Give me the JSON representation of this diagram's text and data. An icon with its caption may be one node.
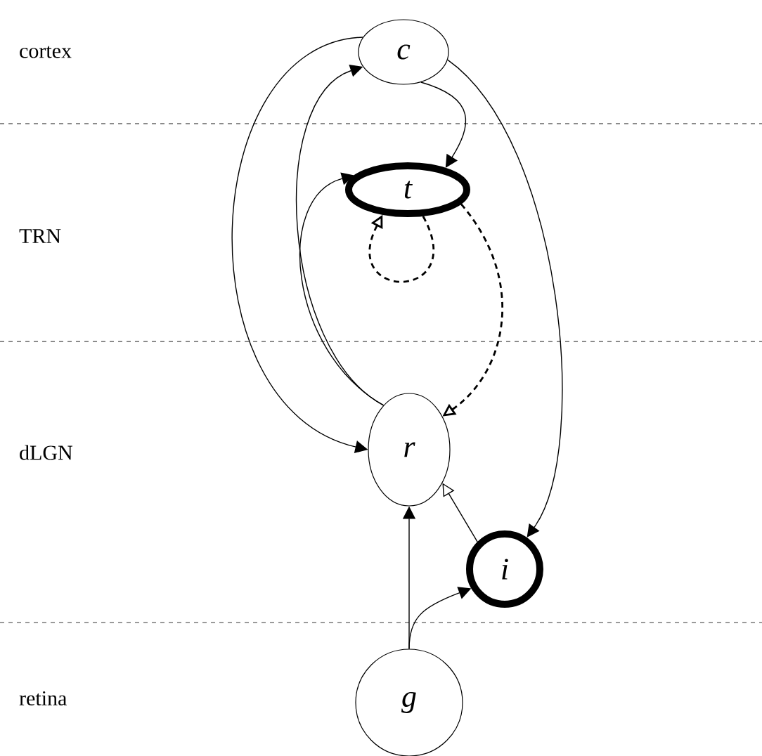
{
  "diagram": {
    "nodes": [
      {
        "text": [
          "c"
        ]
      },
      {
        "text": [
          "t"
        ]
      },
      {
        "text": [
          "r"
        ]
      },
      {
        "text": [
          "i"
        ]
      },
      {
        "text": [
          "g"
        ]
      }
    ],
    "edges": [
      {
        "from": 0,
        "to": 2,
        "arrow": "to"
      },
      {
        "from": 2,
        "to": 0,
        "arrow": "to"
      },
      {
        "from": 2,
        "to": 1,
        "arrow": "to"
      },
      {
        "from": 0,
        "to": 1,
        "arrow": "to"
      },
      {
        "from": 0,
        "to": 3,
        "arrow": "to"
      },
      {
        "from": 1,
        "to": 1,
        "arrow": "to",
        "style": "dashed"
      },
      {
        "from": 1,
        "to": 2,
        "arrow": "to",
        "style": "dashed"
      },
      {
        "from": 3,
        "to": 2,
        "arrow": "to"
      },
      {
        "from": 4,
        "to": 2,
        "arrow": "to"
      },
      {
        "from": 4,
        "to": 3,
        "arrow": "to"
      }
    ],
    "labels": [
      "cortex",
      "TRN",
      "dLGN",
      "retina"
    ]
  }
}
